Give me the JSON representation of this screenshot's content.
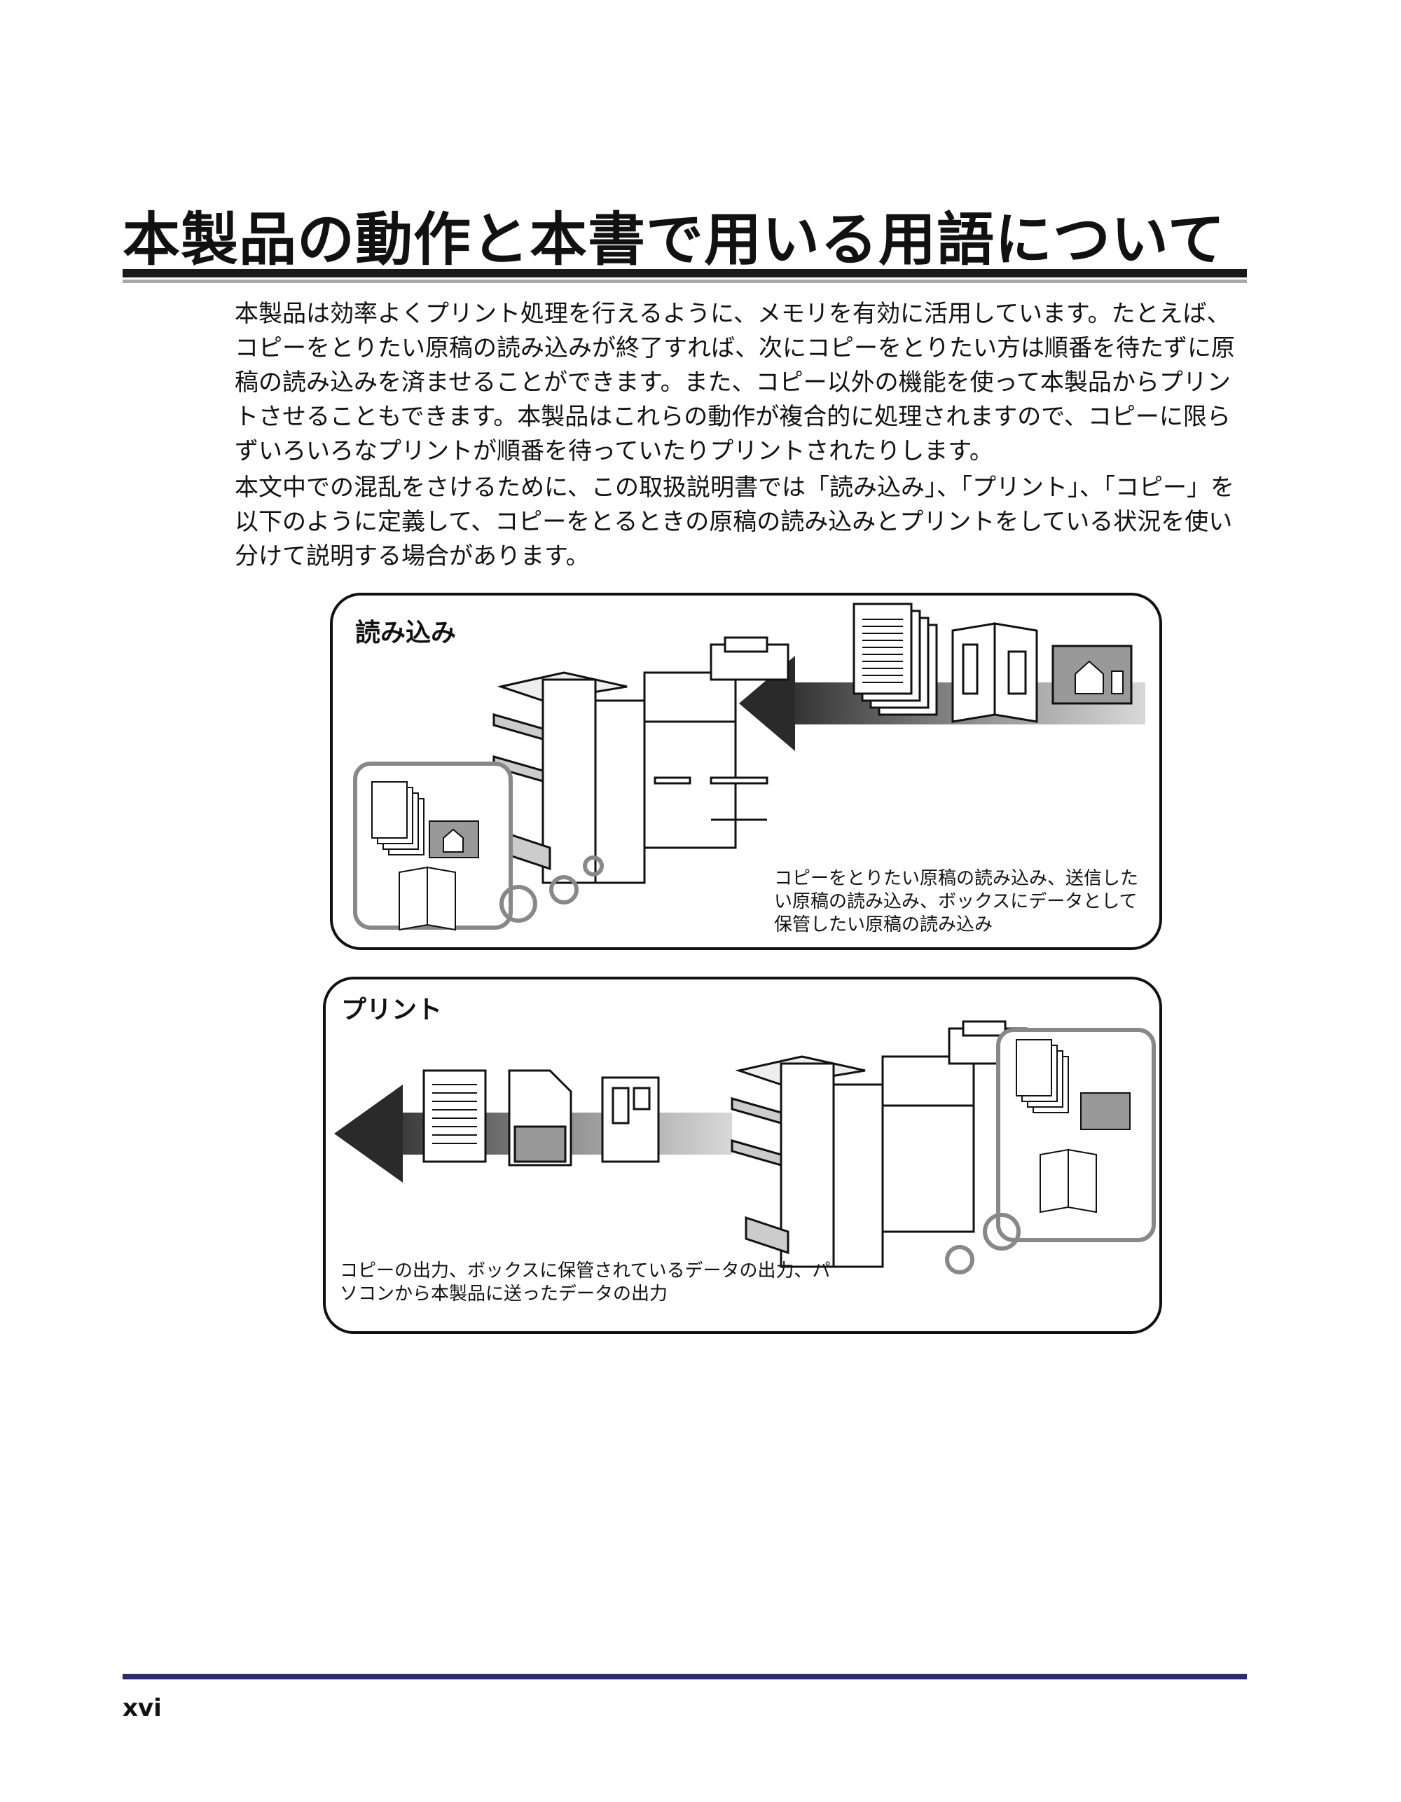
{
  "title": "本製品の動作と本書で用いる用語について",
  "paragraphs": [
    "本製品は効率よくプリント処理を行えるように、メモリを有効に活用しています。たとえば、コピーをとりたい原稿の読み込みが終了すれば、次にコピーをとりたい方は順番を待たずに原稿の読み込みを済ませることができます。また、コピー以外の機能を使って本製品からプリントさせることもできます。本製品はこれらの動作が複合的に処理されますので、コピーに限らずいろいろなプリントが順番を待っていたりプリントされたりします。",
    "本文中での混乱をさけるために、この取扱説明書では「読み込み」、「プリント」、「コピー」を以下のように定義して、コピーをとるときの原稿の読み込みとプリントをしている状況を使い分けて説明する場合があります。"
  ],
  "panels": {
    "reading": {
      "label": "読み込み",
      "caption": "コピーをとりたい原稿の読み込み、送信したい原稿の読み込み、ボックスにデータとして保管したい原稿の読み込み"
    },
    "printing": {
      "label": "プリント",
      "caption": "コピーの出力、ボックスに保管されているデータの出力、パソコンから本製品に送ったデータの出力"
    }
  },
  "footer": {
    "page_number": "xvi"
  },
  "colors": {
    "rule_dark": "#1a1a1a",
    "rule_gray": "#a8a8a8",
    "footer_rule": "#2d2a6e"
  }
}
